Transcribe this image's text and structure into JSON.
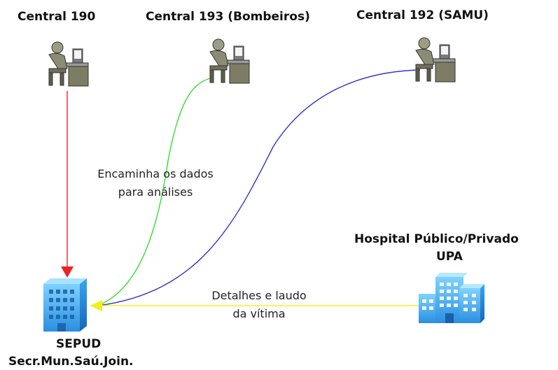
{
  "nodes": {
    "central190": {
      "title": "Central 190",
      "icon": "operator-workstation-icon"
    },
    "central193": {
      "title": "Central 193 (Bombeiros)",
      "icon": "operator-workstation-icon"
    },
    "central192": {
      "title": "Central 192 (SAMU)",
      "icon": "operator-workstation-icon"
    },
    "hospital": {
      "title_line1": "Hospital Público/Privado",
      "title_line2": "UPA",
      "icon": "hospital-building-icon"
    },
    "sepud": {
      "title_line1": "SEPUD",
      "title_line2": "Secr.Mun.Saú.Join.",
      "icon": "office-building-icon"
    }
  },
  "edges": {
    "central190_to_sepud": {
      "color": "#ee2222"
    },
    "central193_to_sepud": {
      "color": "#33dd33"
    },
    "central192_to_sepud": {
      "color": "#3333cc"
    },
    "hospital_to_sepud": {
      "color": "#f0f020"
    }
  },
  "labels": {
    "forward_line1": "Encaminha os dados",
    "forward_line2": "para análises",
    "details_line1": "Detalhes e laudo",
    "details_line2": "da vítima"
  }
}
